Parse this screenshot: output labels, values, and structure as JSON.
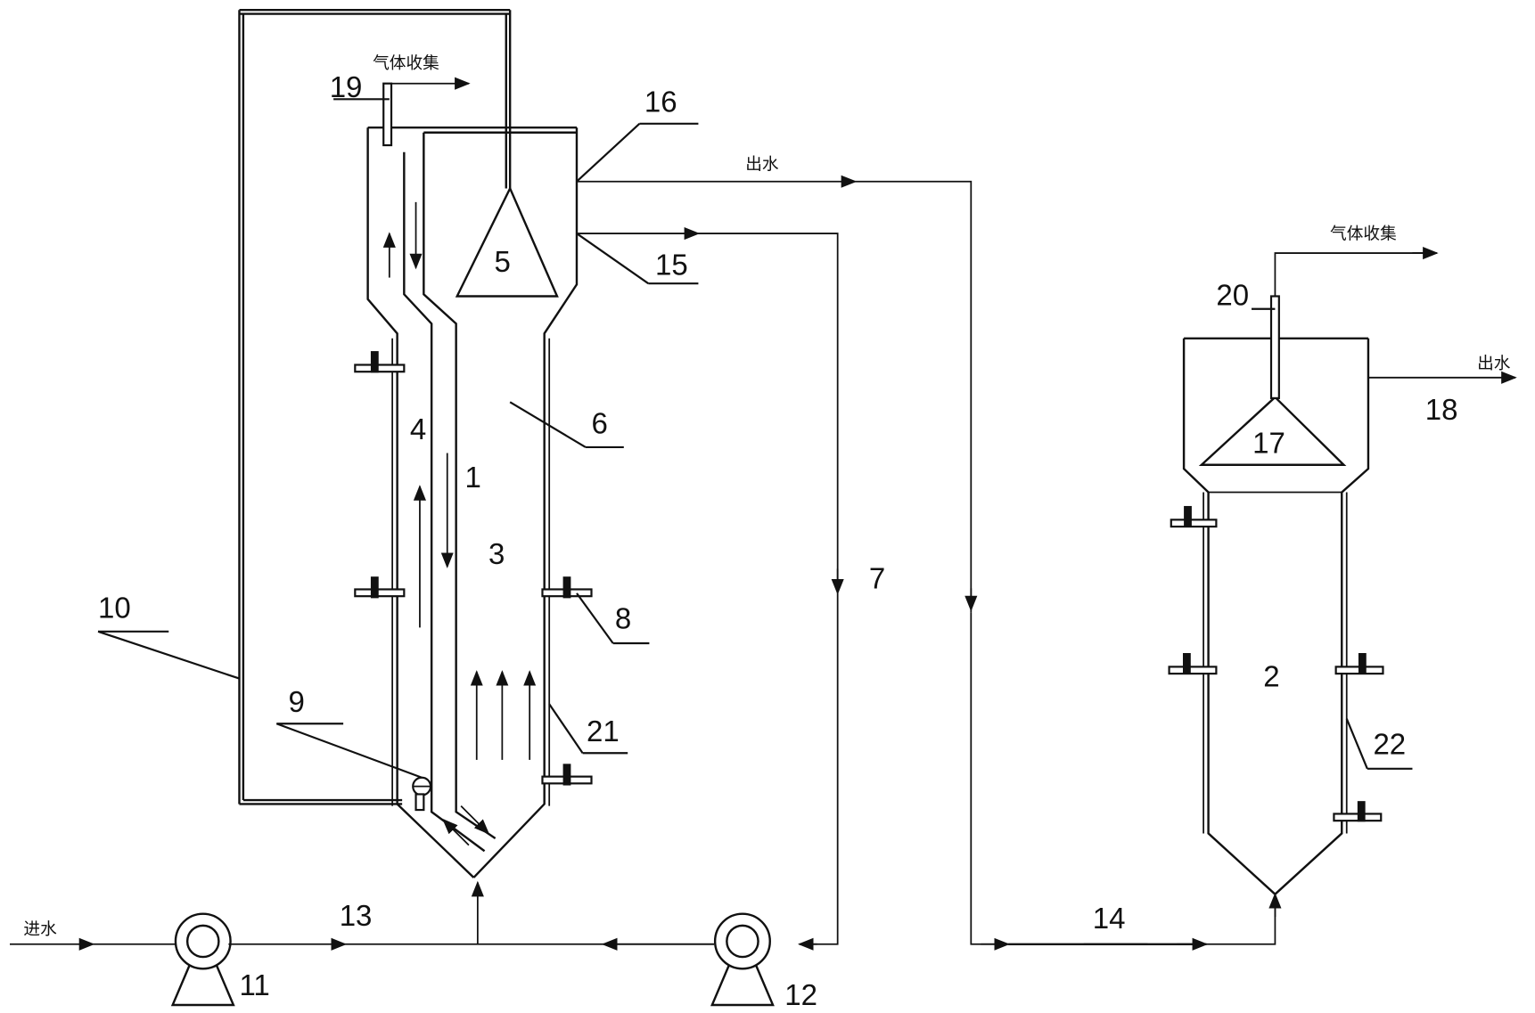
{
  "labels": {
    "n1": "1",
    "n2": "2",
    "n3": "3",
    "n4": "4",
    "n5": "5",
    "n6": "6",
    "n7": "7",
    "n8": "8",
    "n9": "9",
    "n10": "10",
    "n11": "11",
    "n12": "12",
    "n13": "13",
    "n14": "14",
    "n15": "15",
    "n16": "16",
    "n17": "17",
    "n18": "18",
    "n19": "19",
    "n20": "20",
    "n21": "21",
    "n22": "22"
  },
  "text": {
    "gas_collect_left": "气体收集",
    "gas_collect_right": "气体收集",
    "outlet_top": "出水",
    "outlet_right": "出水",
    "inlet": "进水"
  }
}
